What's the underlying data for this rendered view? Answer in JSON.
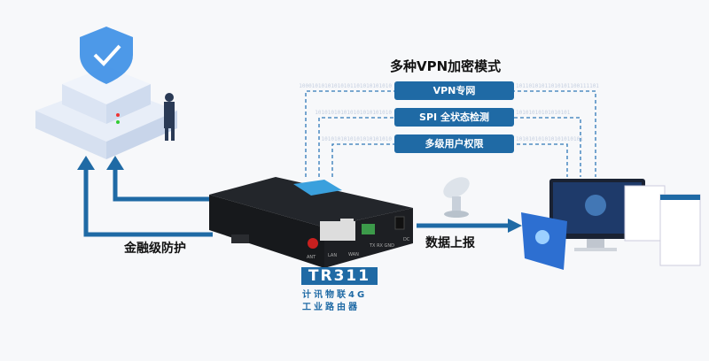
{
  "title": "多种VPN加密模式",
  "features": [
    "VPN专网",
    "SPI 全状态检测",
    "多级用户权限"
  ],
  "binary": {
    "row1_left": "10001010101010101101010101010",
    "row1_right": "10110101011010101100111101",
    "row2_left": "101010101010101010101010",
    "row2_right": "10101010101010101",
    "row3_left": "1010101010101010101010",
    "row3_right": "101010101010101010101"
  },
  "left_label": "金融级防护",
  "right_label": "数据上报",
  "product": {
    "model": "TR311",
    "line1": "计讯物联4G",
    "line2": "工业路由器"
  },
  "ports": [
    "ANT",
    "LAN",
    "WAN",
    "TX RX GND",
    "DC"
  ],
  "colors": {
    "accent": "#1f6aa5",
    "arrow": "#1f6aa5"
  }
}
